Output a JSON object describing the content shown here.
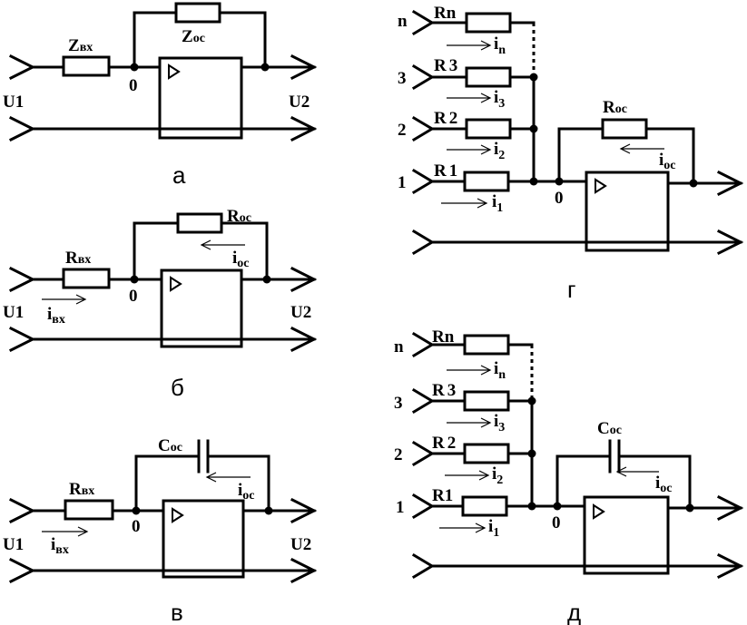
{
  "captions": {
    "a": "а",
    "b": "б",
    "v": "в",
    "g": "г",
    "d": "д"
  },
  "a": {
    "input": "U1",
    "output": "U2",
    "node": "0",
    "zin": {
      "main": "Z",
      "sub": "вх"
    },
    "zoc": {
      "main": "Z",
      "sub": "ос"
    }
  },
  "b": {
    "input": "U1",
    "output": "U2",
    "node": "0",
    "rin": {
      "main": "R",
      "sub": "вх"
    },
    "roc": {
      "main": "R",
      "sub": "ос"
    },
    "iin": {
      "main": "i",
      "sub": "вх"
    },
    "ioc": {
      "main": "i",
      "sub": "ос"
    }
  },
  "v": {
    "input": "U1",
    "output": "U2",
    "node": "0",
    "rin": {
      "main": "R",
      "sub": "вх"
    },
    "coc": {
      "main": "C",
      "sub": "ос"
    },
    "iin": {
      "main": "i",
      "sub": "вх"
    },
    "ioc": {
      "main": "i",
      "sub": "ос"
    }
  },
  "g": {
    "node": "0",
    "inputs": [
      "n",
      "3",
      "2",
      "1"
    ],
    "resistors": [
      {
        "main": "R",
        "sub": "n"
      },
      {
        "main": "R",
        "sub": "3"
      },
      {
        "main": "R",
        "sub": "2"
      },
      {
        "main": "R",
        "sub": "1"
      }
    ],
    "currents": [
      {
        "main": "i",
        "sub": "n"
      },
      {
        "main": "i",
        "sub": "3"
      },
      {
        "main": "i",
        "sub": "2"
      },
      {
        "main": "i",
        "sub": "1"
      }
    ],
    "roc": {
      "main": "R",
      "sub": "ос"
    },
    "ioc": {
      "main": "i",
      "sub": "ос"
    }
  },
  "d": {
    "node": "0",
    "inputs": [
      "n",
      "3",
      "2",
      "1"
    ],
    "resistors": [
      {
        "main": "R",
        "sub": "n"
      },
      {
        "main": "R",
        "sub": "3"
      },
      {
        "main": "R",
        "sub": "2"
      },
      {
        "main": "R",
        "sub": "1"
      }
    ],
    "currents": [
      {
        "main": "i",
        "sub": "n"
      },
      {
        "main": "i",
        "sub": "3"
      },
      {
        "main": "i",
        "sub": "2"
      },
      {
        "main": "i",
        "sub": "1"
      }
    ],
    "coc": {
      "main": "C",
      "sub": "ос"
    },
    "ioc": {
      "main": "i",
      "sub": "ос"
    }
  }
}
